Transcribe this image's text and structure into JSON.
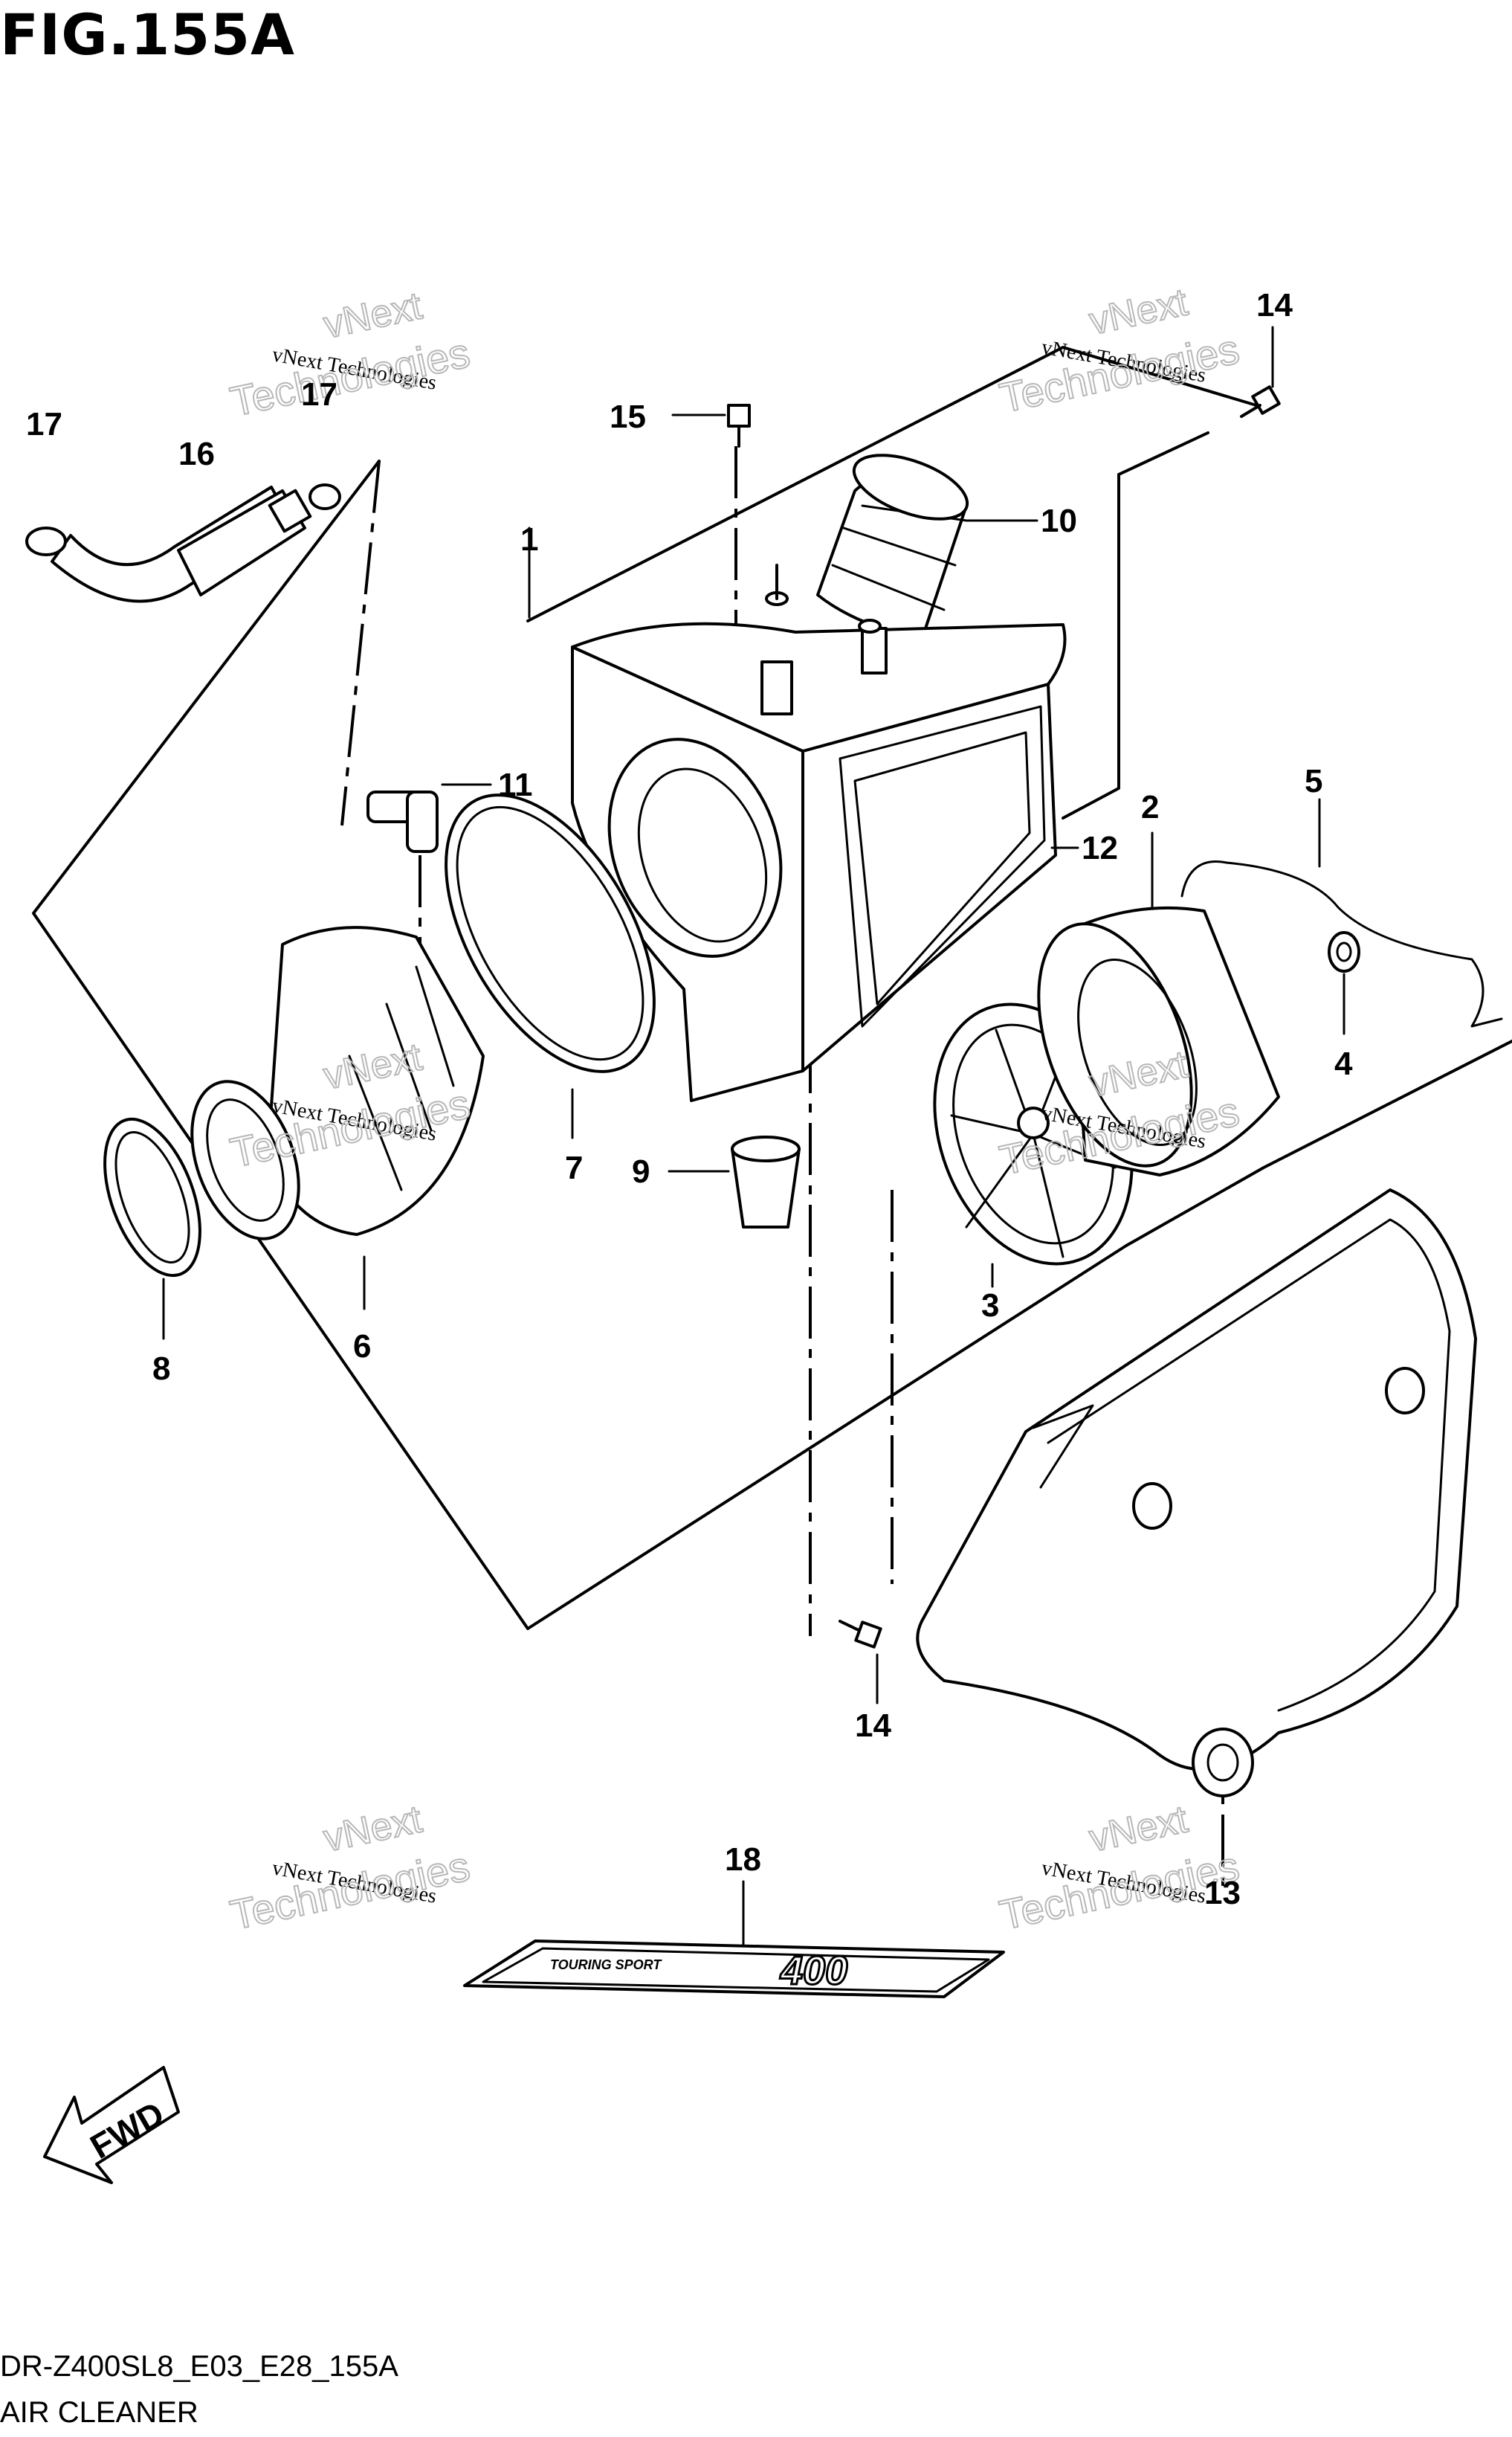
{
  "figure": {
    "title": "FIG.155A"
  },
  "footer": {
    "code": "DR-Z400SL8_E03_E28_155A",
    "name": "AIR CLEANER"
  },
  "watermark": {
    "line1": "vNext Technologies",
    "line2": "vNext",
    "line3": "Technologies"
  },
  "direction": {
    "label": "FWD"
  },
  "parts": {
    "p1": "1",
    "p2": "2",
    "p3": "3",
    "p4": "4",
    "p5": "5",
    "p6": "6",
    "p7": "7",
    "p8": "8",
    "p9": "9",
    "p10": "10",
    "p11": "11",
    "p12": "12",
    "p13": "13",
    "p14a": "14",
    "p14b": "14",
    "p15": "15",
    "p16": "16",
    "p17a": "17",
    "p17b": "17",
    "p18": "18"
  },
  "decal": {
    "text_small": "TOURING SPORT",
    "text_big": "400"
  }
}
